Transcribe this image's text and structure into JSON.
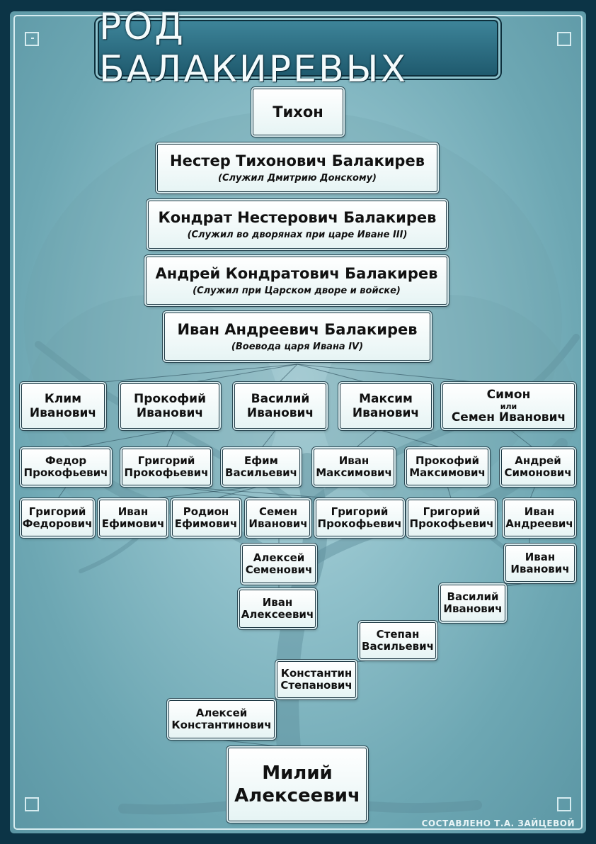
{
  "title": "РОД БАЛАКИРЕВЫХ",
  "credit": "СОСТАВЛЕНО Т.А. ЗАЙЦЕВОЙ",
  "colors": {
    "background": "#0c3446",
    "panel": "#8fc0ca",
    "banner": "#2a6f84",
    "tile": "#f2fbfb"
  },
  "lineage": [
    {
      "name": "Тихон",
      "note": ""
    },
    {
      "name": "Нестер Тихонович Балакирев",
      "note": "(Служил Дмитрию Донскому)"
    },
    {
      "name": "Кондрат Нестерович Балакирев",
      "note": "(Служил во дворянах при царе Иване III)"
    },
    {
      "name": "Андрей Кондратович Балакирев",
      "note": "(Служил при Царском дворе и войске)"
    },
    {
      "name": "Иван Андреевич Балакирев",
      "note": "(Воевода царя Ивана IV)"
    }
  ],
  "sons": [
    {
      "line1": "Клим",
      "line2": "Иванович"
    },
    {
      "line1": "Прокофий",
      "line2": "Иванович"
    },
    {
      "line1": "Василий",
      "line2": "Иванович"
    },
    {
      "line1": "Максим",
      "line2": "Иванович"
    },
    {
      "line1": "Симон",
      "or": "или",
      "line2": "Семен Иванович"
    }
  ],
  "grandsons": [
    {
      "line1": "Федор",
      "line2": "Прокофьевич"
    },
    {
      "line1": "Григорий",
      "line2": "Прокофьевич"
    },
    {
      "line1": "Ефим",
      "line2": "Васильевич"
    },
    {
      "line1": "Иван",
      "line2": "Максимович"
    },
    {
      "line1": "Прокофий",
      "line2": "Максимович"
    },
    {
      "line1": "Андрей",
      "line2": "Симонович"
    }
  ],
  "great_grandsons": [
    {
      "line1": "Григорий",
      "line2": "Федорович"
    },
    {
      "line1": "Иван",
      "line2": "Ефимович"
    },
    {
      "line1": "Родион",
      "line2": "Ефимович"
    },
    {
      "line1": "Семен",
      "line2": "Иванович"
    },
    {
      "line1": "Григорий",
      "line2": "Прокофьевич"
    },
    {
      "line1": "Григорий",
      "line2": "Прокофьевич"
    },
    {
      "line1": "Иван",
      "line2": "Андреевич"
    }
  ],
  "left_branch": [
    {
      "line1": "Алексей",
      "line2": "Семенович"
    },
    {
      "line1": "Иван",
      "line2": "Алексеевич"
    }
  ],
  "right_branch": [
    {
      "line1": "Иван",
      "line2": "Иванович"
    },
    {
      "line1": "Василий",
      "line2": "Иванович"
    },
    {
      "line1": "Степан",
      "line2": "Васильевич"
    },
    {
      "line1": "Константин",
      "line2": "Степанович"
    },
    {
      "line1": "Алексей",
      "line2": "Константинович"
    }
  ],
  "final": {
    "line1": "Милий",
    "line2": "Алексеевич"
  }
}
